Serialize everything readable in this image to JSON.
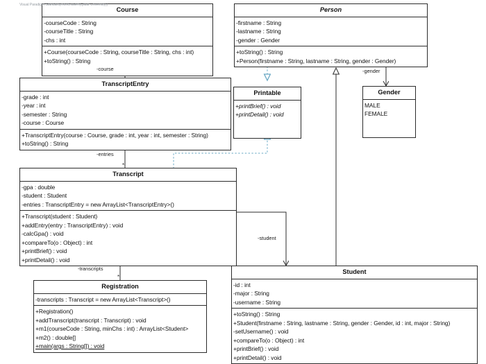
{
  "diagram": {
    "kind": "uml-class-diagram",
    "watermark": "Visual Paradigm Standard(mohd.salem(Qatar University))",
    "colors": {
      "line": "#2b2b2b",
      "realization": "#6aa8c4",
      "background": "#ffffff",
      "text": "#111111",
      "watermark": "#9aa0a6"
    }
  },
  "classes": {
    "course": {
      "name": "Course",
      "attributes": [
        "-courseCode : String",
        "-courseTitle : String",
        "-chs : int"
      ],
      "operations": [
        "+Course(courseCode : String, courseTitle : String, chs : int)",
        "+toString() : String"
      ]
    },
    "person": {
      "name": "Person",
      "stereotype": "abstract",
      "attributes": [
        "-firstname : String",
        "-lastname : String",
        "-gender : Gender"
      ],
      "operations": [
        "+toString() : String",
        "+Person(firstname : String, lastname : String, gender : Gender)"
      ]
    },
    "transcriptEntry": {
      "name": "TranscriptEntry",
      "attributes": [
        "-grade : int",
        "-year : int",
        "-semester : String",
        "-course : Course"
      ],
      "operations": [
        "+TranscriptEntry(course : Course, grade : int, year : int, semester : String)",
        "+toString() : String"
      ]
    },
    "printable": {
      "name": "Printable",
      "attributes": [],
      "operations": [
        "+printBrief() : void",
        "+printDetail() : void"
      ]
    },
    "gender": {
      "name": "Gender",
      "literals": [
        "MALE",
        "FEMALE"
      ]
    },
    "transcript": {
      "name": "Transcript",
      "attributes": [
        "-gpa : double",
        "-student : Student",
        "-entries : TranscriptEntry = new ArrayList<TranscriptEntry>()"
      ],
      "operations": [
        "+Transcript(student : Student)",
        "+addEntry(entry : TranscriptEntry) : void",
        "-calcGpa() : void",
        "+compareTo(o : Object) : int",
        "+printBrief() : void",
        "+printDetail() : void"
      ]
    },
    "registration": {
      "name": "Registration",
      "attributes": [
        "-transcripts : Transcript = new ArrayList<Transcript>()"
      ],
      "operations": [
        "+Registration()",
        "+addTranscript(transcript : Transcript) : void",
        "+m1(courseCode : String, minChs : int) : ArrayList<Student>",
        "+m2() : double[]",
        "+main(args : String[]) : void"
      ]
    },
    "student": {
      "name": "Student",
      "attributes": [
        "-id : int",
        "-major : String",
        "-username : String"
      ],
      "operations": [
        "+toString() : String",
        "+Student(firstname : String, lastname : String, gender : Gender, id : int, major : String)",
        "-setUsername() : void",
        "+compareTo(o : Object) : int",
        "+printBrief() : void",
        "+printDetail() : void"
      ]
    }
  },
  "relationships": [
    {
      "id": "course-rel",
      "label": "-course",
      "from": "TranscriptEntry",
      "to": "Course",
      "type": "association"
    },
    {
      "id": "entries-rel",
      "label": "-entries",
      "from": "Transcript",
      "to": "TranscriptEntry",
      "type": "association"
    },
    {
      "id": "transcripts-rel",
      "label": "-transcripts",
      "from": "Registration",
      "to": "Transcript",
      "type": "association"
    },
    {
      "id": "student-rel",
      "label": "-student",
      "from": "Transcript",
      "to": "Student",
      "type": "association"
    },
    {
      "id": "gender-rel",
      "label": "-gender",
      "from": "Person",
      "to": "Gender",
      "type": "association"
    },
    {
      "id": "person-printable",
      "label": "",
      "from": "Person",
      "to": "Printable",
      "type": "realization"
    },
    {
      "id": "transcript-printable",
      "label": "",
      "from": "Transcript",
      "to": "Printable",
      "type": "realization"
    },
    {
      "id": "student-person",
      "label": "",
      "from": "Student",
      "to": "Person",
      "type": "generalization"
    }
  ]
}
